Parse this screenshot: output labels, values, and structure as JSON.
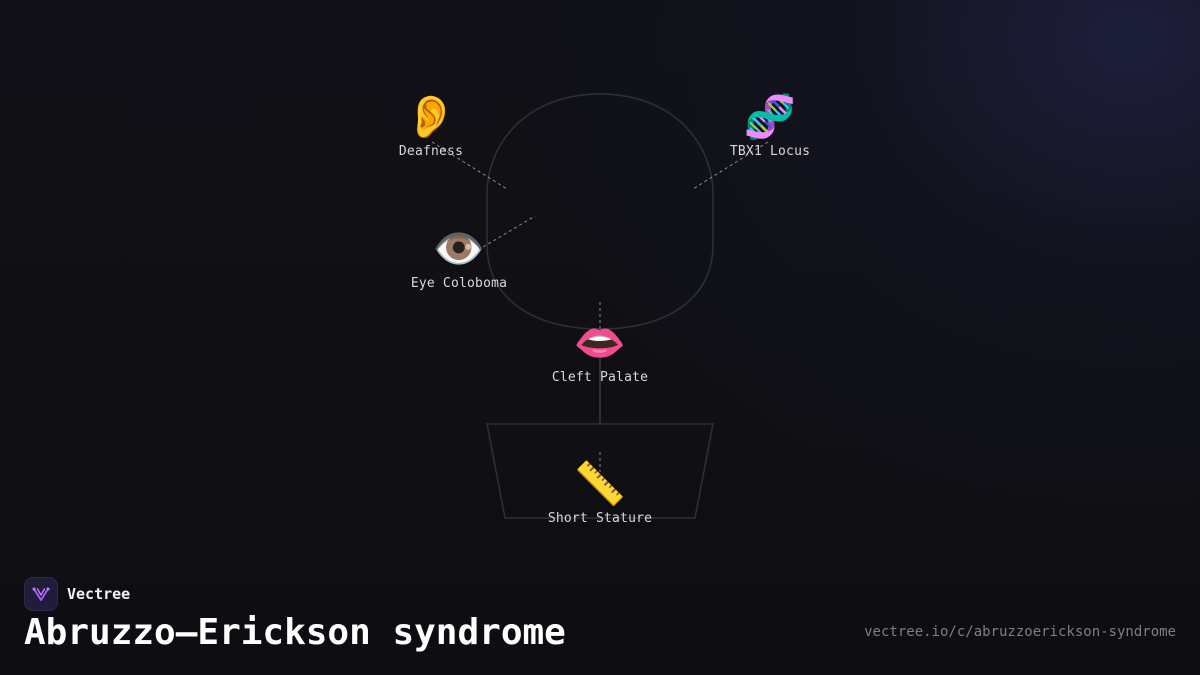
{
  "brand": {
    "name": "Vectree"
  },
  "title": "Abruzzo–Erickson syndrome",
  "url": "vectree.io/c/abruzzoerickson-syndrome",
  "features": {
    "deafness": {
      "emoji": "👂",
      "label": "Deafness",
      "icon": "ear-icon"
    },
    "tbx1": {
      "emoji": "🧬",
      "label": "TBX1 Locus",
      "icon": "dna-icon"
    },
    "eye": {
      "emoji": "👁️",
      "label": "Eye Coloboma",
      "icon": "eye-icon"
    },
    "cleft": {
      "emoji": "👄",
      "label": "Cleft Palate",
      "icon": "mouth-icon"
    },
    "stature": {
      "emoji": "📏",
      "label": "Short Stature",
      "icon": "ruler-icon"
    }
  },
  "colors": {
    "background": "#0e0e13",
    "outline": "#2b3039",
    "connector": "#8a8f99",
    "accent": "#a35cf0"
  }
}
